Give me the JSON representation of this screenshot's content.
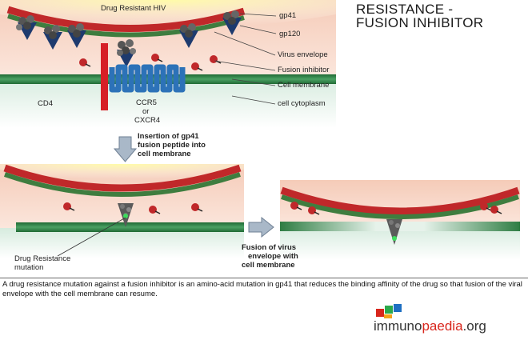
{
  "title": {
    "line1": "RESISTANCE -",
    "line2": "FUSION INHIBITOR"
  },
  "panel_top": {
    "virus_label": "Drug Resistant HIV",
    "cd4_label": "CD4",
    "coreceptor_label": {
      "line1": "CCR5",
      "line2": "or",
      "line3": "CXCR4"
    },
    "legend": [
      "gp41",
      "gp120",
      "Virus envelope",
      "Fusion inhibitor",
      "Cell membrane",
      "cell cytoplasm"
    ]
  },
  "step1": {
    "line1": "Insertion of gp41",
    "line2": "fusion peptide into",
    "line3": "cell membrane"
  },
  "panel_bottom_left": {
    "mutation_label": {
      "line1": "Drug Resistance",
      "line2": "mutation"
    }
  },
  "step2": {
    "line1": "Fusion of virus",
    "line2": "envelope with",
    "line3": "cell membrane"
  },
  "caption": "A drug resistance mutation against a fusion inhibitor is an amino-acid mutation in gp41 that reduces the binding affinity of the drug so that fusion of the viral envelope with the cell membrane can resume.",
  "logo": {
    "part1": "immuno",
    "part2": "paedia",
    "part3": ".org"
  },
  "colors": {
    "virus_envelope": "#c0282a",
    "virus_envelope_green": "#3f7d3f",
    "cell_membrane": "#2e7d43",
    "cytoplasm": "#e2efe6",
    "extracellular": "#f7c9b4",
    "virus_core": "#fff27a",
    "cd4": "#d61f26",
    "coreceptor": "#2c72b8",
    "inhibitor": "#c0282a",
    "mutation": "#3ddc5c",
    "arrow": "#a9b8c8",
    "logo_accent": "#d8261c"
  }
}
